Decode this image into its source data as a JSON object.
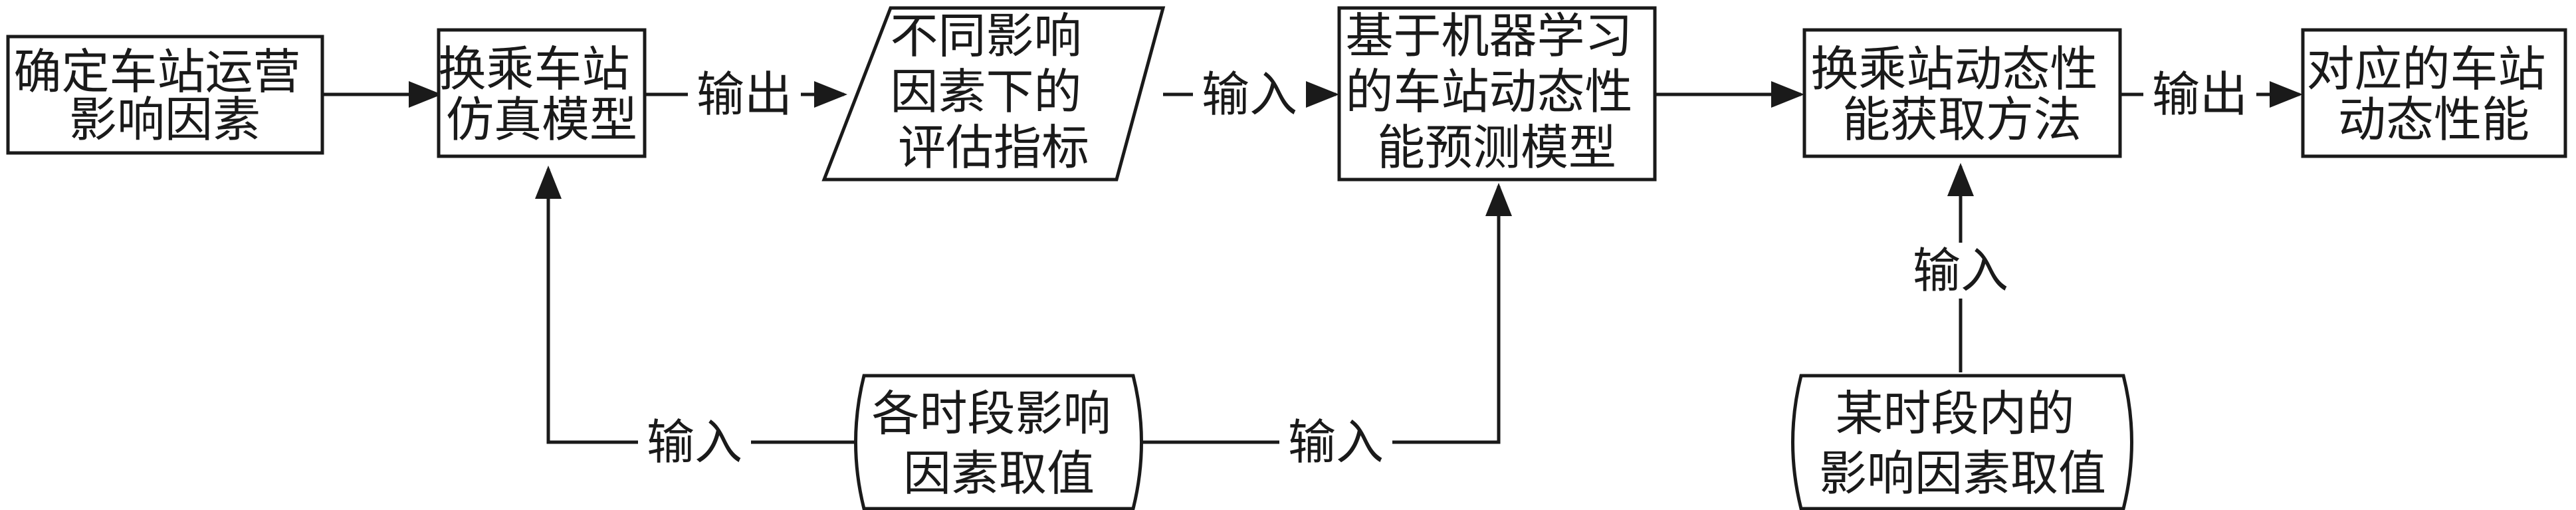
{
  "nodes": {
    "n1": {
      "lines": [
        "确定车站运营",
        "影响因素"
      ]
    },
    "n2": {
      "lines": [
        "换乘车站",
        "仿真模型"
      ]
    },
    "n3": {
      "lines": [
        "不同影响",
        "因素下的",
        "评估指标"
      ]
    },
    "n4": {
      "lines": [
        "基于机器学习",
        "的车站动态性",
        "能预测模型"
      ]
    },
    "n5": {
      "lines": [
        "换乘站动态性",
        "能获取方法"
      ]
    },
    "n6": {
      "lines": [
        "对应的车站",
        "动态性能"
      ]
    },
    "n7": {
      "lines": [
        "各时段影响",
        "因素取值"
      ]
    },
    "n8": {
      "lines": [
        "某时段内的",
        "影响因素取值"
      ]
    }
  },
  "edge_labels": {
    "n2_n3": "输出",
    "n3_n4": "输入",
    "n5_n6": "输出",
    "n7_n2": "输入",
    "n7_n4": "输入",
    "n8_n5": "输入"
  }
}
